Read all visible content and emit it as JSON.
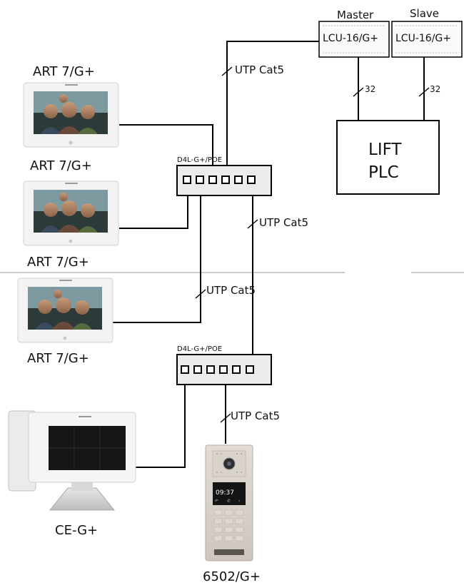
{
  "devices": {
    "monitor_1": "ART 7/G+",
    "monitor_2": "ART 7/G+",
    "monitor_3": "ART 7/G+",
    "monitor_4": "ART 7/G+",
    "concierge": "CE-G+",
    "panel": "6502/G+",
    "panel_time": "09:37"
  },
  "switches": {
    "upper": "D4L-G+/POE",
    "lower": "D4L-G+/POE"
  },
  "lift": {
    "master_title": "Master",
    "slave_title": "Slave",
    "master_unit": "LCU-16/G+",
    "slave_unit": "LCU-16/G+",
    "plc_line1": "LIFT",
    "plc_line2": "PLC",
    "bus_master": "32",
    "bus_slave": "32"
  },
  "cables": {
    "lcu_to_switch": "UTP Cat5",
    "upper_to_lower_switch": "UTP Cat5",
    "monitor_3_link": "UTP Cat5",
    "panel_link": "UTP Cat5"
  }
}
